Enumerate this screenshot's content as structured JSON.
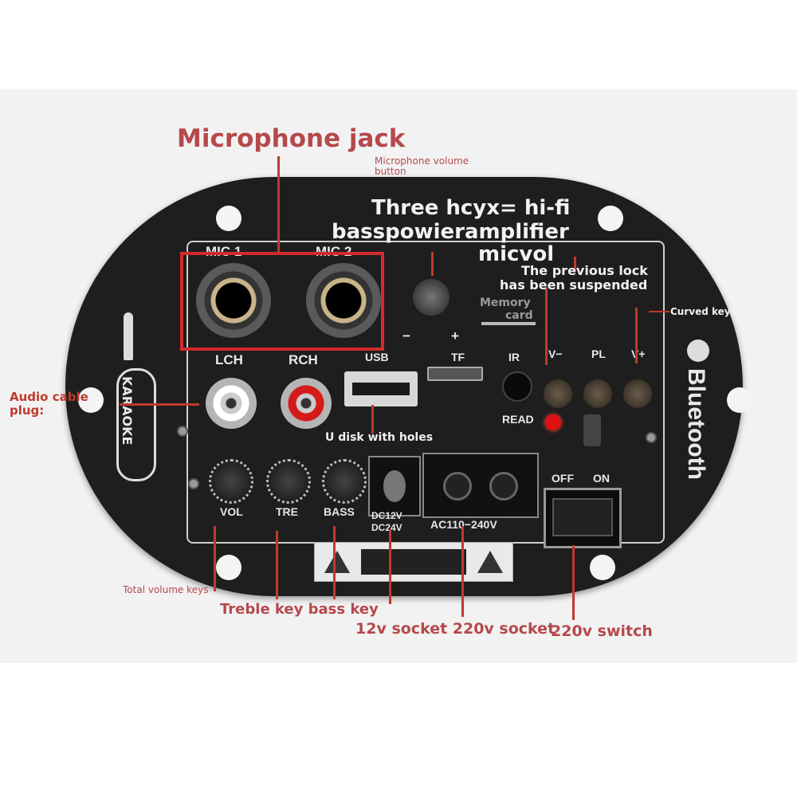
{
  "annotations": {
    "microphone_jack": "Microphone jack",
    "mic_volume_button": "Microphone volume button",
    "hifi_line1": "Three hcyx= hi-fi",
    "hifi_line2": "basspowieramplifier",
    "hifi_line3": "micvol",
    "prev_lock_line1": "The previous lock",
    "prev_lock_line2": "has been suspended",
    "memory_card_line1": "Memory",
    "memory_card_line2": "card",
    "curved_keys": "Curved keys",
    "audio_cable_line1": "Audio cable",
    "audio_cable_line2": "plug:",
    "u_disk": "U disk with holes",
    "total_volume": "Total volume keys",
    "treble_bass": "Treble key bass key",
    "sockets": "12v socket 220v socket",
    "switch_220v": "220v switch"
  },
  "panel_print": {
    "mic1": "MIC 1",
    "mic2": "MIC 2",
    "lch": "LCH",
    "rch": "RCH",
    "usb": "USB",
    "tf": "TF",
    "minus": "−",
    "plus": "+",
    "ir": "IR",
    "v_minus": "V−",
    "pl": "PL",
    "v_plus": "V+",
    "read": "READ",
    "vol": "VOL",
    "tre": "TRE",
    "bass": "BASS",
    "dc_line1": "DC12V",
    "dc_line2": "DC24V",
    "ac": "AC110−240V",
    "off": "OFF",
    "on": "ON",
    "bluetooth": "Bluetooth",
    "karaoke": "KARAOKE"
  },
  "colors": {
    "annotation_red": "#b5494c",
    "highlight_box": "#d32b2b",
    "board": "#1e1e1e"
  }
}
